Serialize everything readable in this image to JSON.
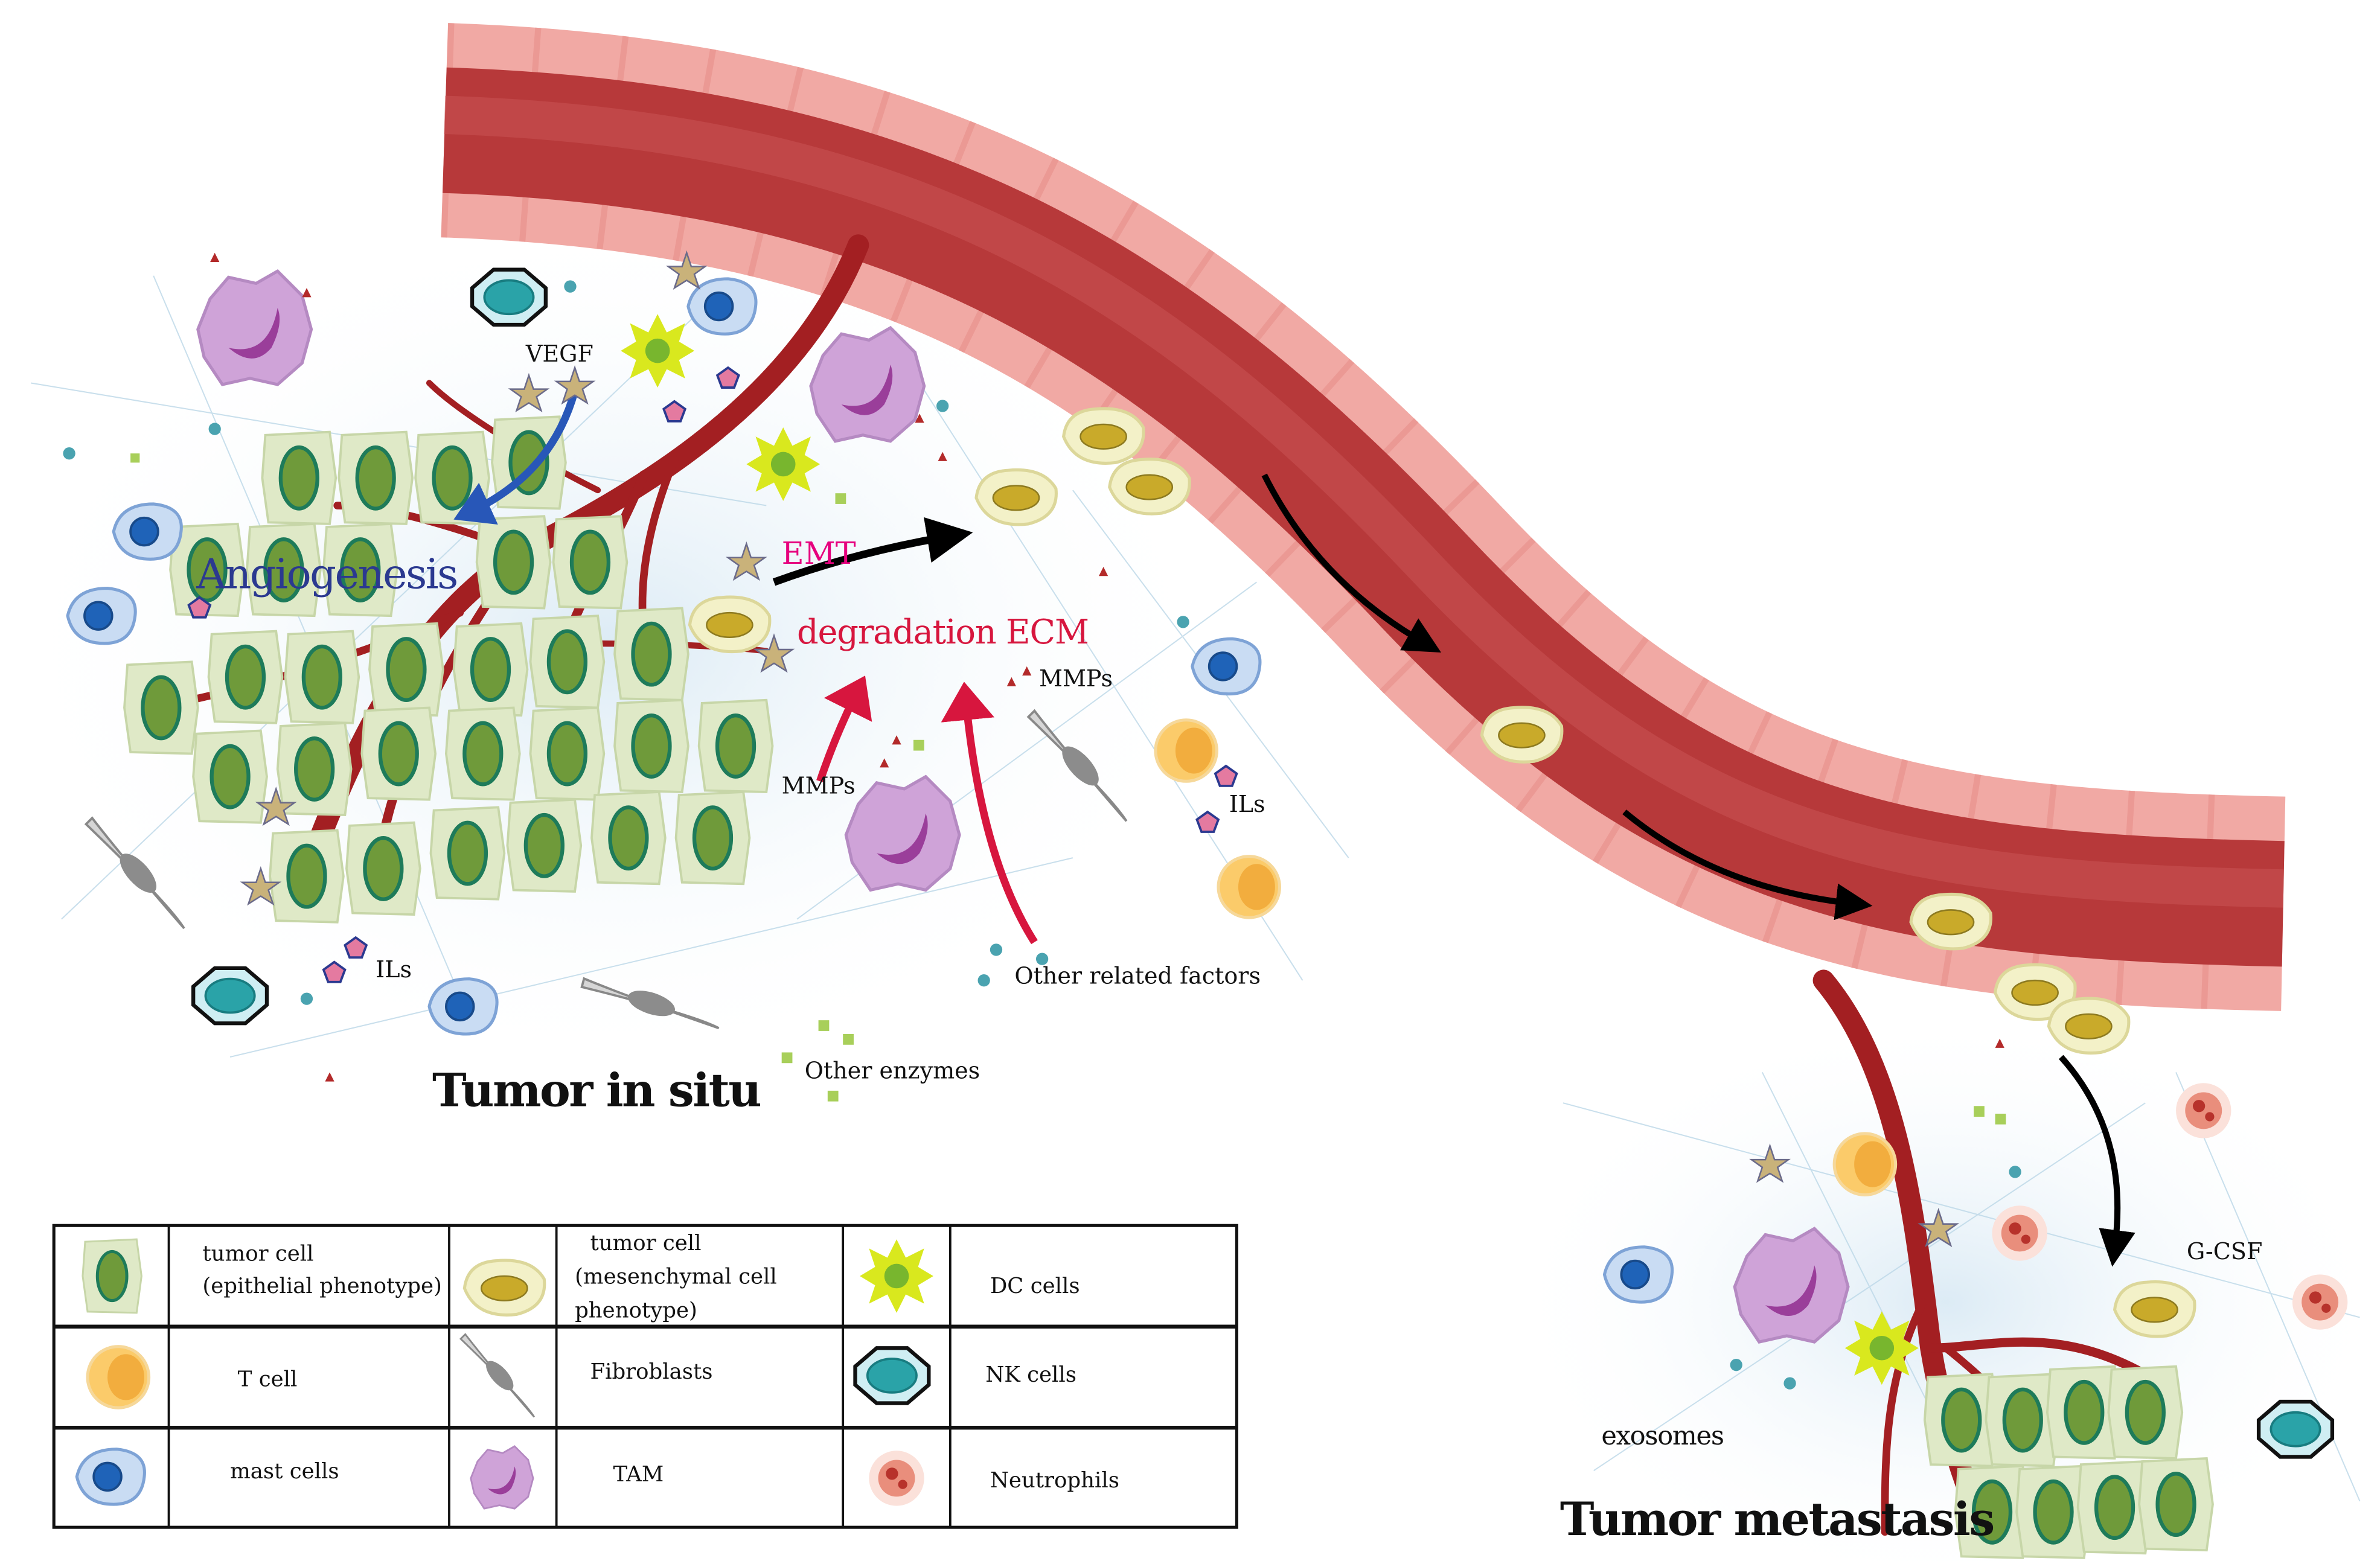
{
  "labels": {
    "vegf": "VEGF",
    "angiogenesis": "Angiogenesis",
    "emt": "EMT",
    "degradation_ecm": "degradation ECM",
    "mmps_right": "MMPs",
    "mmps_left": "MMPs",
    "ils_right": "ILs",
    "ils_left": "ILs",
    "other_related_factors": "Other related factors",
    "other_enzymes": "Other enzymes",
    "tumor_in_situ": "Tumor in situ",
    "g_csf": "G-CSF",
    "exosomes": "exosomes",
    "tumor_metastasis": "Tumor metastasis"
  },
  "legend": [
    {
      "icon": "tumor-cell-epithelial",
      "line1": "tumor cell",
      "line2": "(epithelial phenotype)",
      "line3": ""
    },
    {
      "icon": "tumor-cell-mesenchymal",
      "line1": "tumor cell",
      "line2": "(mesenchymal cell",
      "line3": "phenotype)"
    },
    {
      "icon": "dc-cell",
      "line1": "DC  cells",
      "line2": "",
      "line3": ""
    },
    {
      "icon": "t-cell",
      "line1": "T cell",
      "line2": "",
      "line3": ""
    },
    {
      "icon": "fibroblast",
      "line1": "Fibroblasts",
      "line2": "",
      "line3": ""
    },
    {
      "icon": "nk-cell",
      "line1": "NK cells",
      "line2": "",
      "line3": ""
    },
    {
      "icon": "mast-cell",
      "line1": "mast cells",
      "line2": "",
      "line3": ""
    },
    {
      "icon": "tam",
      "line1": "TAM",
      "line2": "",
      "line3": ""
    },
    {
      "icon": "neutrophil",
      "line1": "Neutrophils",
      "line2": "",
      "line3": ""
    }
  ],
  "colors": {
    "vessel_wall": "#f1a9a4",
    "vessel_lumen": "#b7393a",
    "capillary": "#a31f22",
    "angiogenesis": "#2b3990",
    "emt": "#e6007e",
    "ecm": "#d7163e"
  }
}
